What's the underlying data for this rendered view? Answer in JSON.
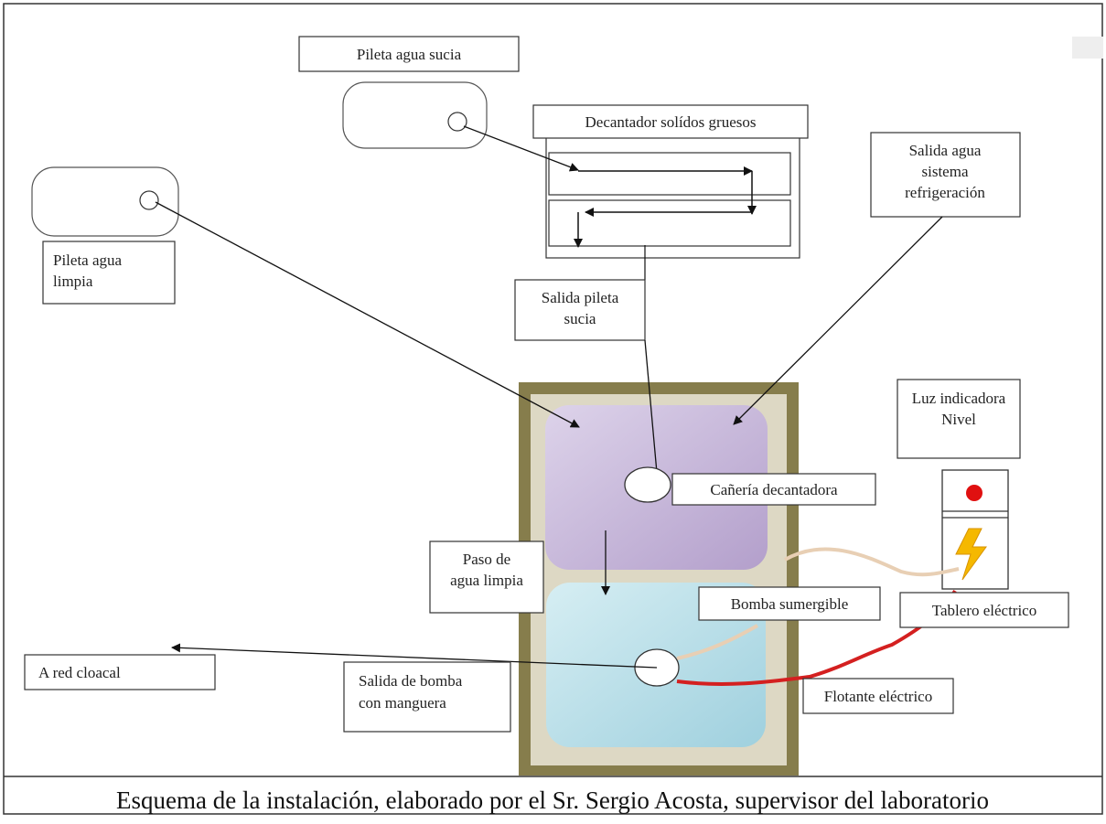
{
  "diagram": {
    "labels": {
      "pileta_sucia": "Pileta agua sucia",
      "decantador": "Decantador solídos gruesos",
      "salida_refrigeracion": [
        "Salida agua",
        "sistema",
        "refrigeración"
      ],
      "pileta_limpia": [
        "Pileta agua",
        "limpia"
      ],
      "salida_pileta_sucia": [
        "Salida pileta",
        "sucia"
      ],
      "luz_indicadora": [
        "Luz indicadora",
        "Nivel"
      ],
      "caneria_decantadora": "Cañería decantadora",
      "paso_agua_limpia": [
        "Paso de",
        "agua limpia"
      ],
      "bomba_sumergible": "Bomba sumergible",
      "tablero_electrico": "Tablero eléctrico",
      "red_cloacal": "A red cloacal",
      "salida_bomba": [
        "Salida de bomba",
        "con manguera"
      ],
      "flotante_electrico": "Flotante eléctrico"
    },
    "colors": {
      "outer_frame": "#867d4c",
      "inner_bg": "#ddd8c4",
      "upper_chamber": "#c8b9da",
      "lower_chamber": "#b7dde7",
      "cable_red": "#d42020",
      "cable_beige": "#e8cfb4",
      "indicator_light": "#e01010",
      "lightning": "#f5b800"
    }
  },
  "caption": "Esquema de la instalación, elaborado por el Sr. Sergio Acosta, supervisor del laboratorio"
}
